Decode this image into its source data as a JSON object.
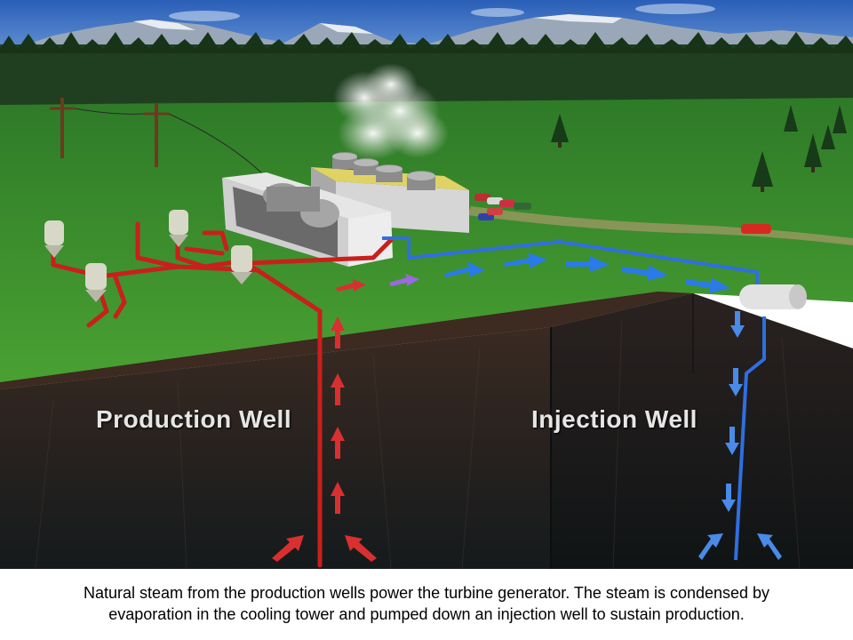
{
  "labels": {
    "production_well": "Production  Well",
    "injection_well": "Injection  Well"
  },
  "caption": {
    "line1": "Natural steam from the production wells power the turbine generator. The steam is condensed by",
    "line2": "evaporation in the cooling tower and pumped down an injection well to sustain production."
  },
  "colors": {
    "sky": "#3a6fc4",
    "forest": "#1f3f20",
    "grass": "#3f8f2e",
    "soil": "#2e2620",
    "hot_pipe": "#c8201c",
    "cold_pipe": "#2f6fe0",
    "steam": "#e8e8e8"
  }
}
